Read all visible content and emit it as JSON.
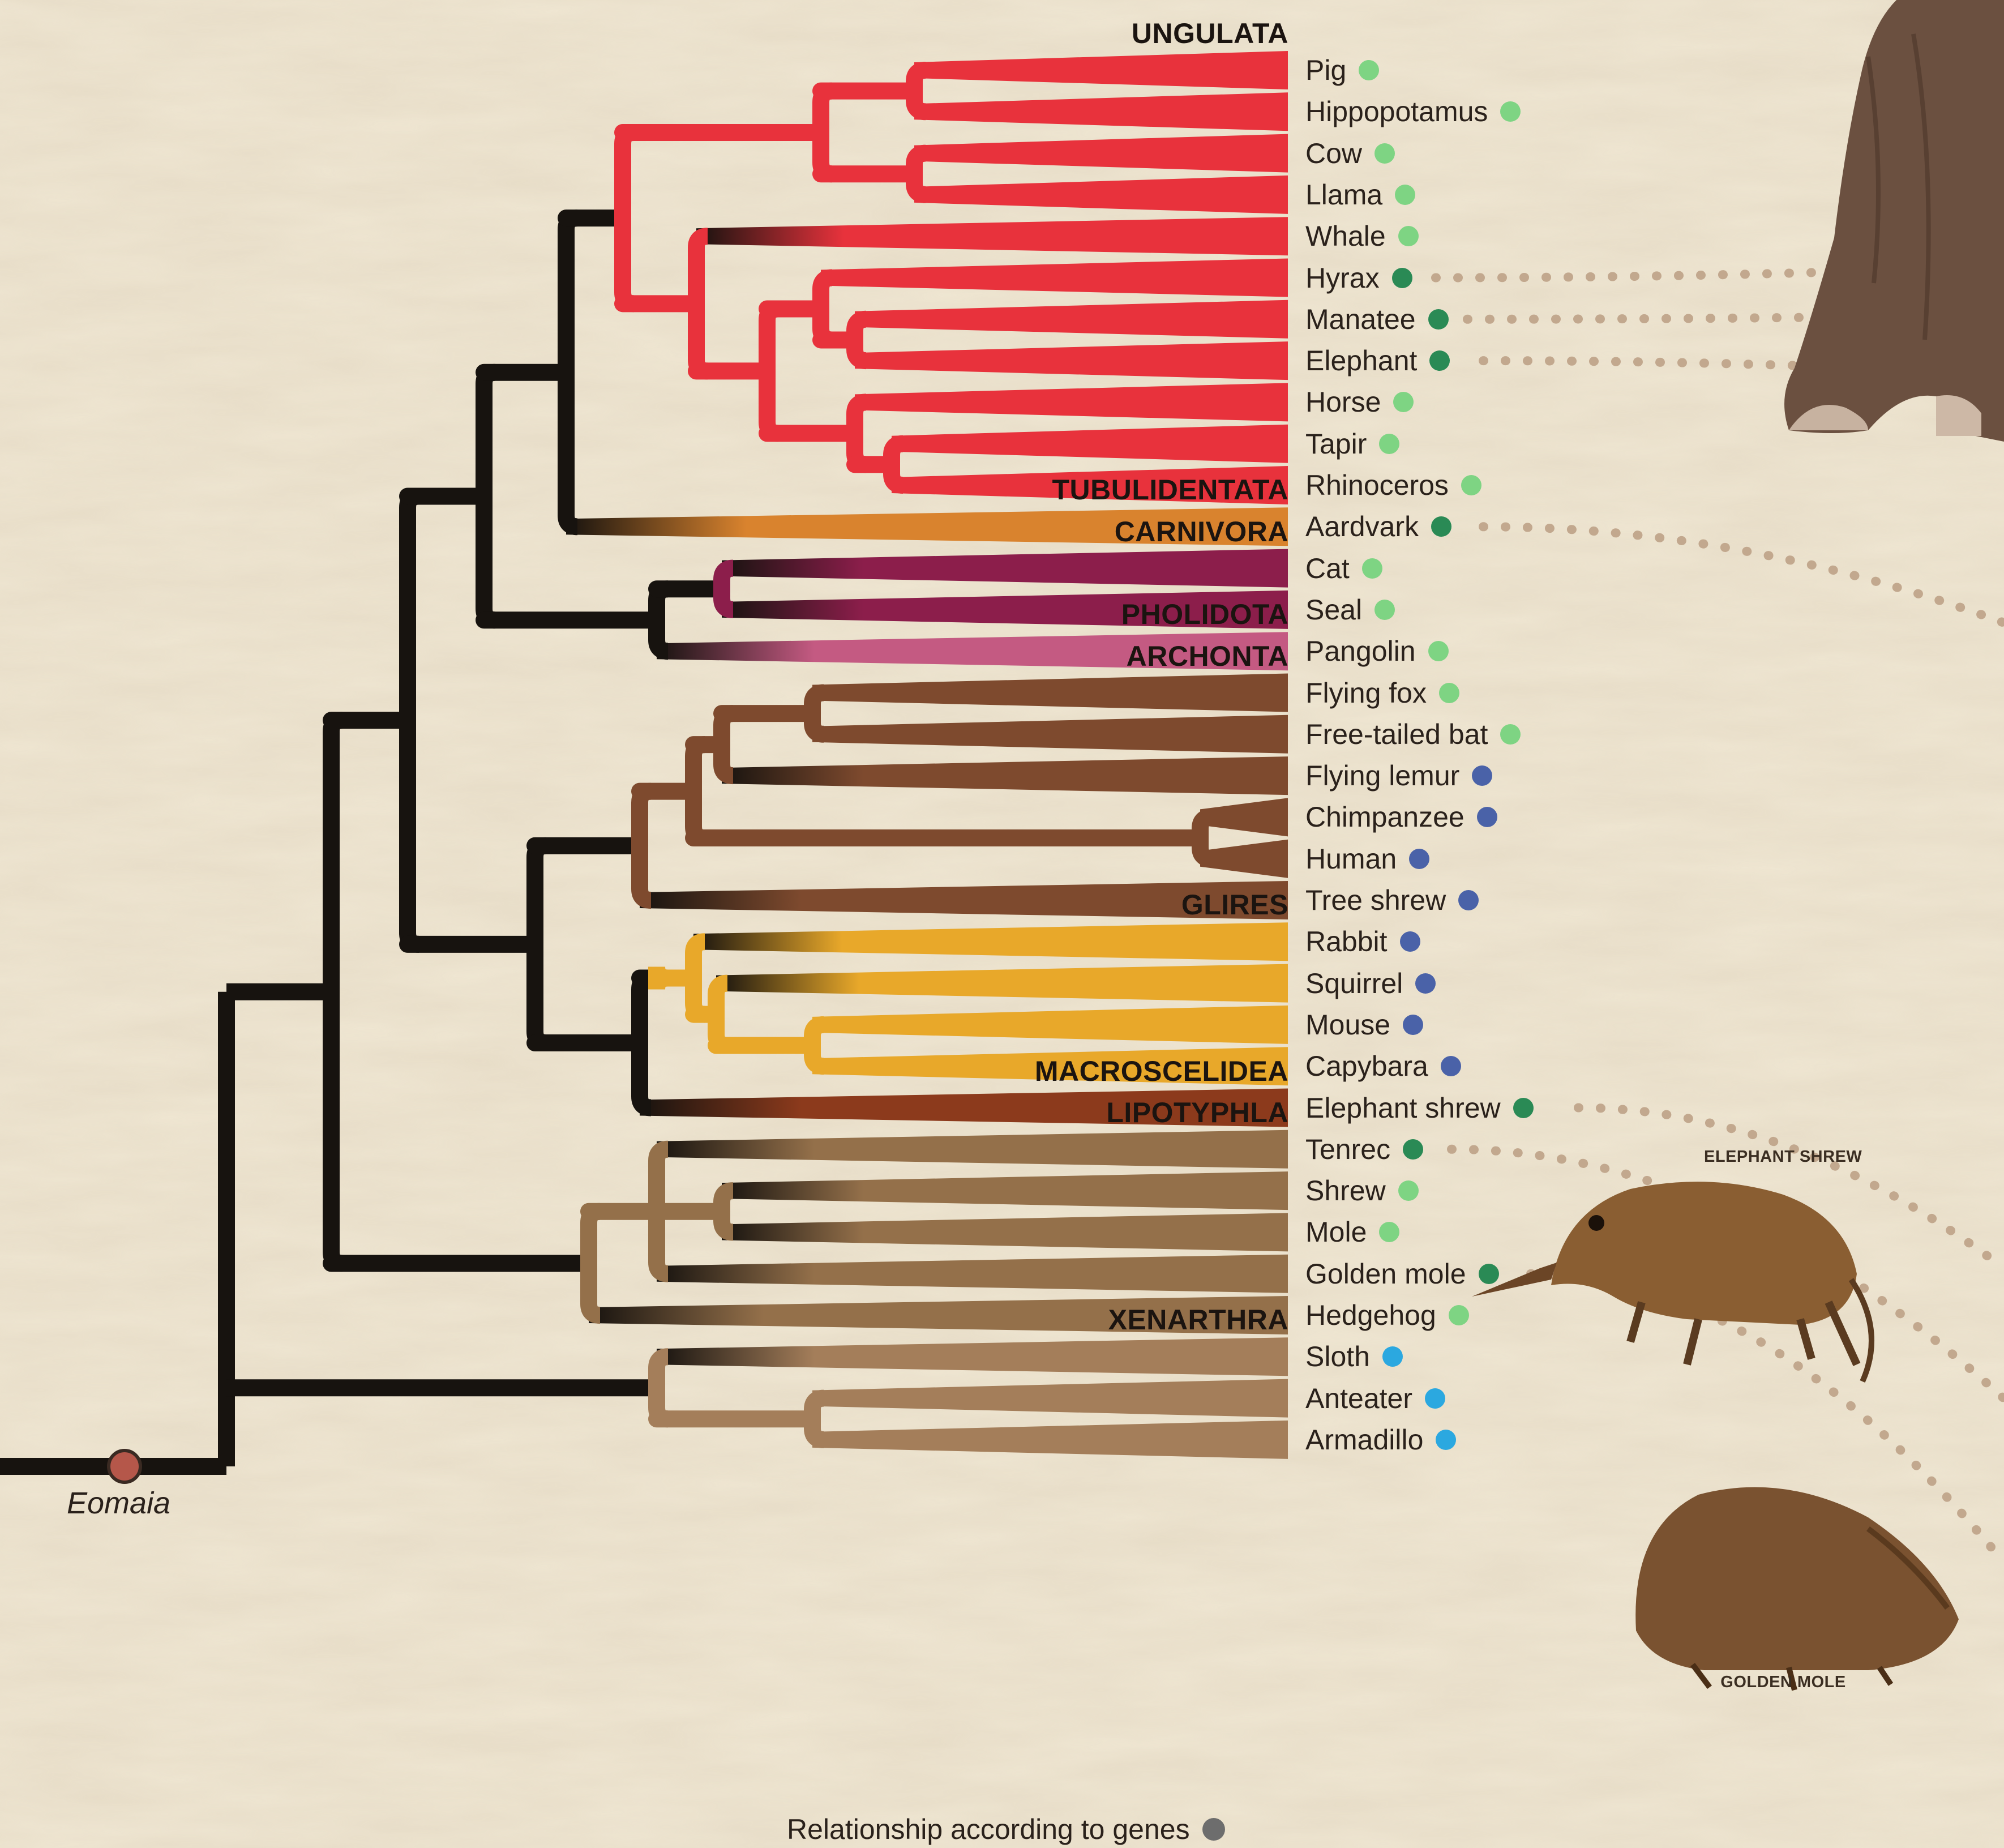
{
  "root_label": "Eomaia",
  "legend": {
    "text": "Relationship according to genes",
    "dot_color": "#6d6d6d"
  },
  "dot_colors": {
    "light_green": "#7ed483",
    "dark_green": "#2a8a55",
    "blue": "#4a62a8",
    "cyan": "#2ba8e0"
  },
  "orders": [
    {
      "id": "ungulata",
      "label": "UNGULATA",
      "color": "#e8323c"
    },
    {
      "id": "tubulidentata",
      "label": "TUBULIDENTATA",
      "color": "#d9832e"
    },
    {
      "id": "carnivora",
      "label": "CARNIVORA",
      "color": "#8c1e4b"
    },
    {
      "id": "pholidota",
      "label": "PHOLIDOTA",
      "color": "#c45a82"
    },
    {
      "id": "archonta",
      "label": "ARCHONTA",
      "color": "#7e4a2e"
    },
    {
      "id": "glires",
      "label": "GLIRES",
      "color": "#e8a82a"
    },
    {
      "id": "macroscelidea",
      "label": "MACROSCELIDEA",
      "color": "#8c3a1c"
    },
    {
      "id": "lipotyphla",
      "label": "LIPOTYPHLA",
      "color": "#94704a"
    },
    {
      "id": "xenarthra",
      "label": "XENARTHRA",
      "color": "#a47e5a"
    }
  ],
  "species": [
    {
      "name": "Pig",
      "dot": "light_green"
    },
    {
      "name": "Hippopotamus",
      "dot": "light_green"
    },
    {
      "name": "Cow",
      "dot": "light_green"
    },
    {
      "name": "Llama",
      "dot": "light_green"
    },
    {
      "name": "Whale",
      "dot": "light_green"
    },
    {
      "name": "Hyrax",
      "dot": "dark_green"
    },
    {
      "name": "Manatee",
      "dot": "dark_green"
    },
    {
      "name": "Elephant",
      "dot": "dark_green"
    },
    {
      "name": "Horse",
      "dot": "light_green"
    },
    {
      "name": "Tapir",
      "dot": "light_green"
    },
    {
      "name": "Rhinoceros",
      "dot": "light_green"
    },
    {
      "name": "Aardvark",
      "dot": "dark_green"
    },
    {
      "name": "Cat",
      "dot": "light_green"
    },
    {
      "name": "Seal",
      "dot": "light_green"
    },
    {
      "name": "Pangolin",
      "dot": "light_green"
    },
    {
      "name": "Flying fox",
      "dot": "light_green"
    },
    {
      "name": "Free-tailed bat",
      "dot": "light_green"
    },
    {
      "name": "Flying lemur",
      "dot": "blue"
    },
    {
      "name": "Chimpanzee",
      "dot": "blue"
    },
    {
      "name": "Human",
      "dot": "blue"
    },
    {
      "name": "Tree shrew",
      "dot": "blue"
    },
    {
      "name": "Rabbit",
      "dot": "blue"
    },
    {
      "name": "Squirrel",
      "dot": "blue"
    },
    {
      "name": "Mouse",
      "dot": "blue"
    },
    {
      "name": "Capybara",
      "dot": "blue"
    },
    {
      "name": "Elephant shrew",
      "dot": "dark_green"
    },
    {
      "name": "Tenrec",
      "dot": "dark_green"
    },
    {
      "name": "Shrew",
      "dot": "light_green"
    },
    {
      "name": "Mole",
      "dot": "light_green"
    },
    {
      "name": "Golden mole",
      "dot": "dark_green"
    },
    {
      "name": "Hedgehog",
      "dot": "light_green"
    },
    {
      "name": "Sloth",
      "dot": "cyan"
    },
    {
      "name": "Anteater",
      "dot": "cyan"
    },
    {
      "name": "Armadillo",
      "dot": "cyan"
    }
  ],
  "illustrations": {
    "elephant_shrew_caption": "ELEPHANT SHREW",
    "golden_mole_caption": "GOLDEN MOLE"
  }
}
